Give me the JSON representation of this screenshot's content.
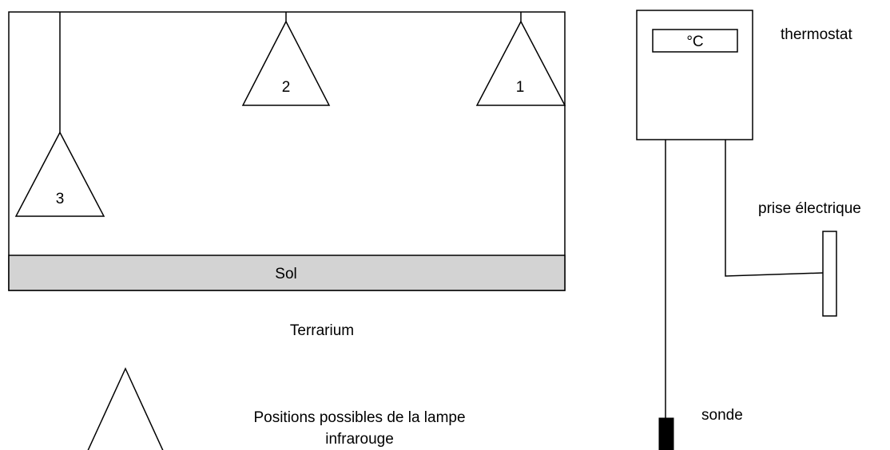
{
  "colors": {
    "line": "#000000",
    "soil_fill": "#d3d3d3",
    "probe_fill": "#000000",
    "background": "#ffffff"
  },
  "terrarium": {
    "soil_label": "Sol",
    "caption": "Terrarium"
  },
  "lamps": [
    {
      "number": "1"
    },
    {
      "number": "2"
    },
    {
      "number": "3"
    }
  ],
  "thermostat": {
    "display_unit": "°C",
    "label": "thermostat"
  },
  "outlet": {
    "label": "prise électrique"
  },
  "probe": {
    "label": "sonde"
  },
  "legend": {
    "line1": "Positions possibles de la lampe",
    "line2": "infrarouge"
  }
}
